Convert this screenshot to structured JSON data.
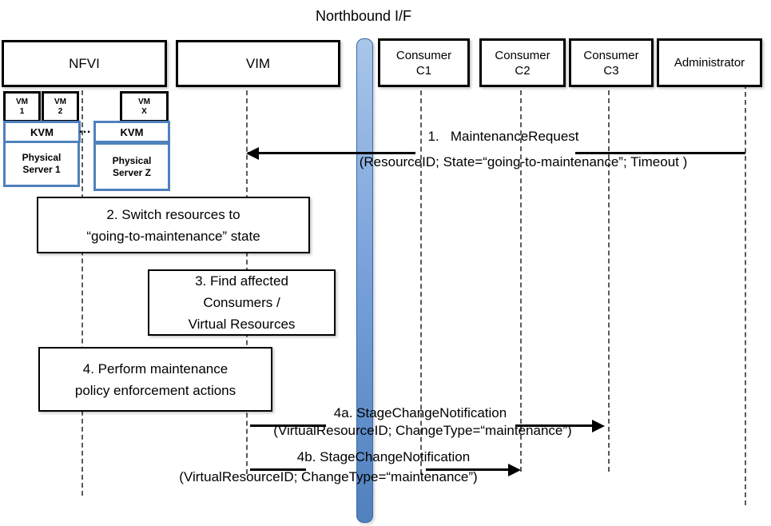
{
  "title": "Northbound I/F",
  "actors": {
    "nfvi": {
      "label": "NFVI"
    },
    "vim": {
      "label": "VIM"
    },
    "consumer1": {
      "line1": "Consumer",
      "line2": "C1"
    },
    "consumer2": {
      "line1": "Consumer",
      "line2": "C2"
    },
    "consumer3": {
      "line1": "Consumer",
      "line2": "C3"
    },
    "administrator": {
      "label": "Administrator"
    }
  },
  "infrastructure": {
    "vm1": {
      "line1": "VM",
      "line2": "1"
    },
    "vm2": {
      "line1": "VM",
      "line2": "2"
    },
    "vmx": {
      "line1": "VM",
      "line2": "X"
    },
    "kvm_left": {
      "label": "KVM"
    },
    "kvm_right": {
      "label": "KVM"
    },
    "ellipsis": "…",
    "server_left": {
      "line1": "Physical",
      "line2": "Server 1"
    },
    "server_right": {
      "line1": "Physical",
      "line2": "Server Z"
    }
  },
  "messages": {
    "m1": {
      "title": "1.   MaintenanceRequest",
      "params": "(ResourceID; State=“going-to-maintenance”; Timeout )"
    },
    "m2": {
      "line1": "2. Switch resources to",
      "line2": "“going-to-maintenance” state"
    },
    "m3": {
      "line1": "3. Find affected",
      "line2": "Consumers /",
      "line3": "Virtual Resources"
    },
    "m4": {
      "line1": "4. Perform maintenance",
      "line2": "policy enforcement actions"
    },
    "m4a": {
      "title": "4a. StageChangeNotification",
      "params": "(VirtualResourceID; ChangeType=“maintenance”)"
    },
    "m4b": {
      "title": "4b. StageChangeNotification",
      "params": "(VirtualResourceID; ChangeType=“maintenance”)"
    }
  },
  "colors": {
    "accent_blue": "#4f81bd",
    "bar_gradient_top": "#a9c6e9",
    "bar_gradient_bottom": "#4f81bd",
    "lifeline_gray": "#595959",
    "line_black": "#000000"
  }
}
